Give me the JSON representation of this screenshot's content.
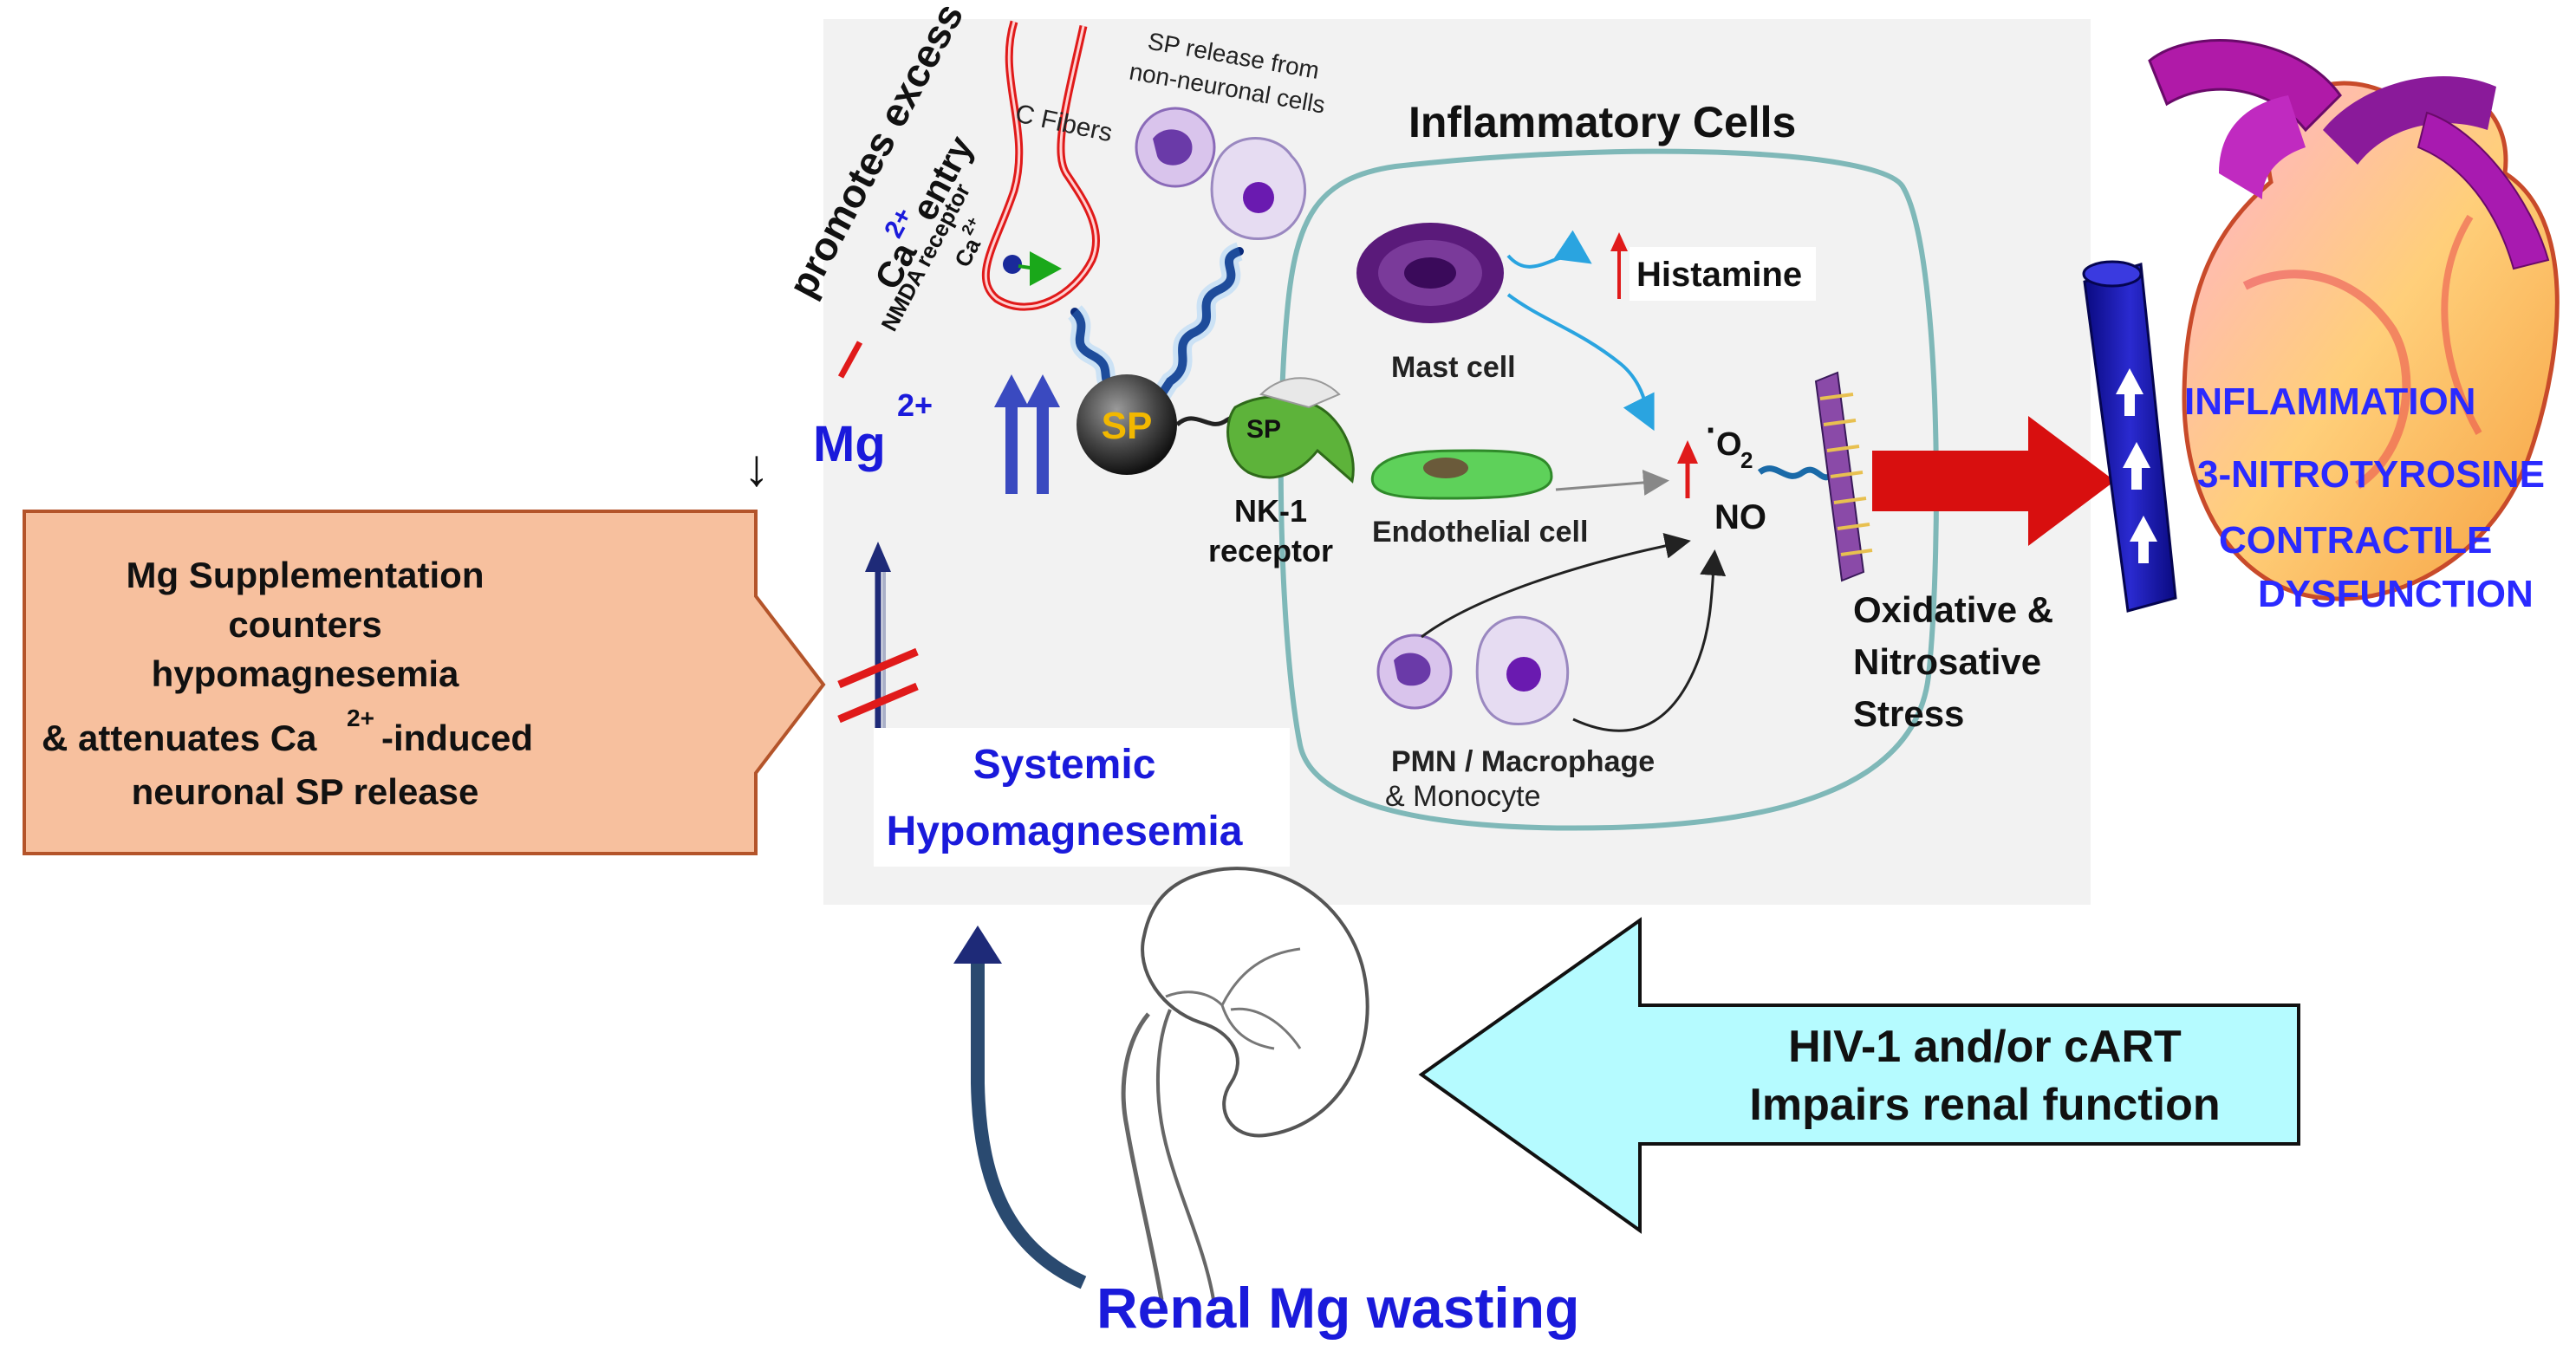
{
  "labels": {
    "promotes_line1": "promotes excess",
    "promotes_line2": "Ca",
    "promotes_sup": "2+",
    "promotes_entry": " entry",
    "nmda_receptor": "NMDA receptor",
    "ca_small": "Ca",
    "ca_small_sup": "2+",
    "c_fibers": "C Fibers",
    "sp_release_line1": "SP release from",
    "sp_release_line2": "non-neuronal cells",
    "inflammatory_cells": "Inflammatory Cells",
    "histamine": "Histamine",
    "mast_cell": "Mast cell",
    "endothelial_cell": "Endothelial cell",
    "pmn_line1": "PMN / Macrophage",
    "pmn_line2": "& Monocyte",
    "superoxide": "O",
    "superoxide_sub": "2",
    "superoxide_dot": "·",
    "no": "NO",
    "sp": "SP",
    "sp_small": "SP",
    "nk1_line1": "NK-1",
    "nk1_line2": "receptor",
    "mg_symbol": "Mg",
    "mg_sup": "2+",
    "down_arrow": "↓",
    "oxidative_line1": "Oxidative &",
    "oxidative_line2": "Nitrosative",
    "oxidative_line3": "Stress",
    "inflammation": "INFLAMMATION",
    "nitrotyrosine": "3-NITROTYROSINE",
    "contractile": "CONTRACTILE",
    "dysfunction": "DYSFUNCTION",
    "systemic_line1": "Systemic",
    "systemic_line2": "Hypomagnesemia",
    "renal_mg_wasting": "Renal Mg wasting",
    "mgsupp_line1": "Mg Supplementation",
    "mgsupp_line2": "counters",
    "mgsupp_line3": "hypomagnesemia",
    "mgsupp_line4a": "& attenuates Ca",
    "mgsupp_line4sup": "2+",
    "mgsupp_line4b": "-induced",
    "mgsupp_line5": "neuronal SP release",
    "hiv_line1": "HIV-1 and/or cART",
    "hiv_line2": "Impairs renal function"
  },
  "colors": {
    "blue_text": "#1a1adb",
    "heart_text": "#2a2aff",
    "orange_fill": "#f7c09e",
    "orange_stroke": "#b4542a",
    "cyan_fill": "#b5fbff",
    "red_arrow": "#d80f0f",
    "navy": "#1e2a78"
  }
}
